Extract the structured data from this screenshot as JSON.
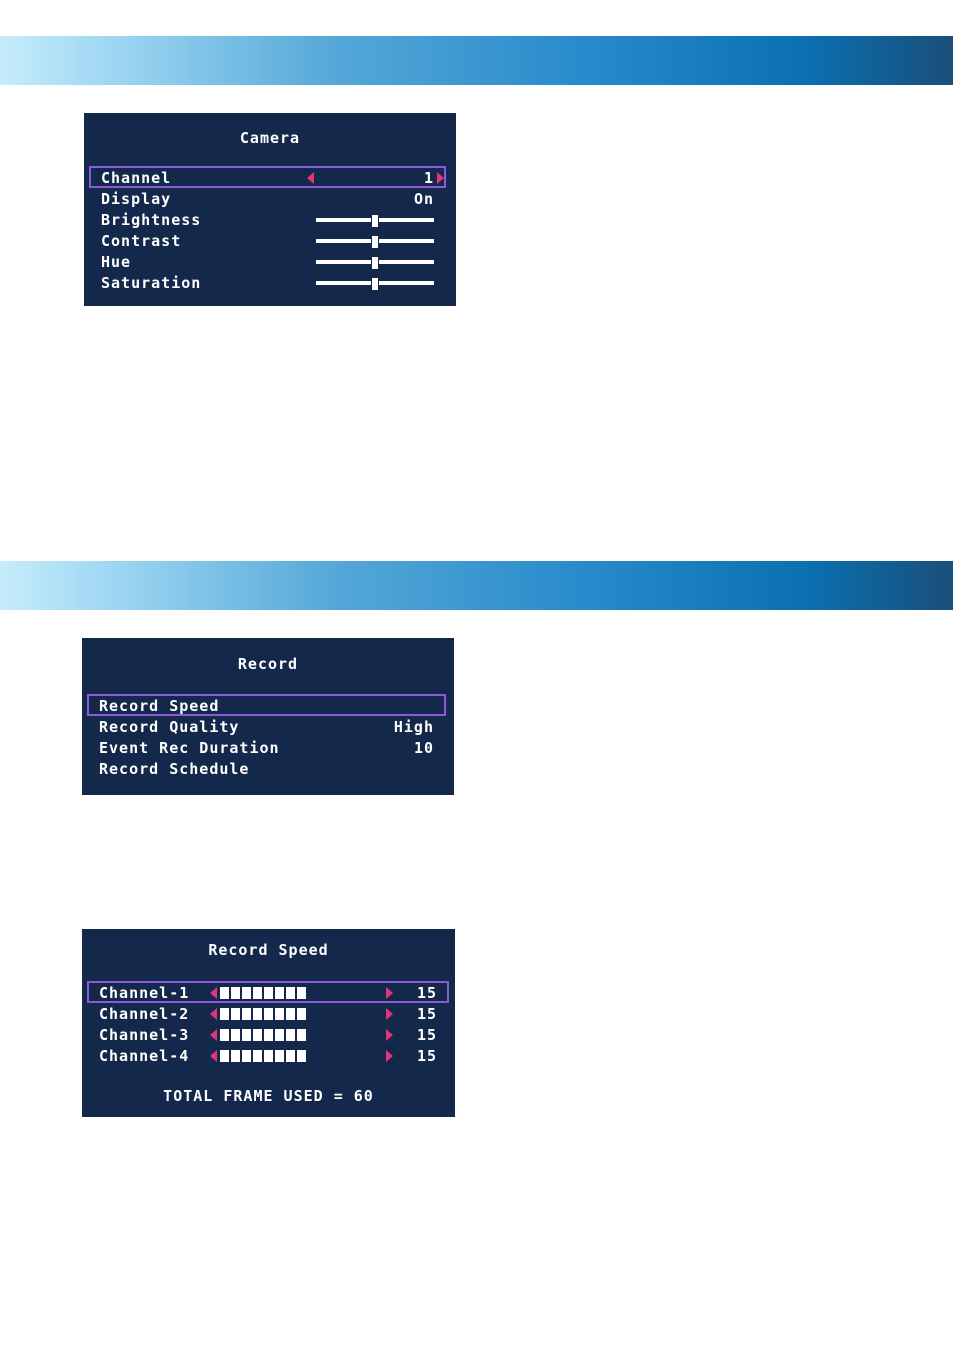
{
  "colors": {
    "osd_background": "#13284a",
    "selection_border": "#8a5bd9",
    "arrow": "#e0357a",
    "text": "#ffffff"
  },
  "camera_menu": {
    "title": "Camera",
    "rows": [
      {
        "label": "Channel",
        "value": "1"
      },
      {
        "label": "Display",
        "value": "On"
      },
      {
        "label": "Brightness",
        "level": 0.5
      },
      {
        "label": "Contrast",
        "level": 0.5
      },
      {
        "label": "Hue",
        "level": 0.5
      },
      {
        "label": "Saturation",
        "level": 0.5
      }
    ]
  },
  "record_menu": {
    "title": "Record",
    "rows": [
      {
        "label": "Record Speed",
        "value": ""
      },
      {
        "label": "Record Quality",
        "value": "High"
      },
      {
        "label": "Event Rec Duration",
        "value": "10"
      },
      {
        "label": "Record Schedule",
        "value": ""
      }
    ]
  },
  "record_speed_menu": {
    "title": "Record Speed",
    "rows": [
      {
        "label": "Channel-1",
        "value": "15",
        "bar_level": 8
      },
      {
        "label": "Channel-2",
        "value": "15",
        "bar_level": 8
      },
      {
        "label": "Channel-3",
        "value": "15",
        "bar_level": 8
      },
      {
        "label": "Channel-4",
        "value": "15",
        "bar_level": 8
      }
    ],
    "total": "TOTAL FRAME USED = 60"
  }
}
